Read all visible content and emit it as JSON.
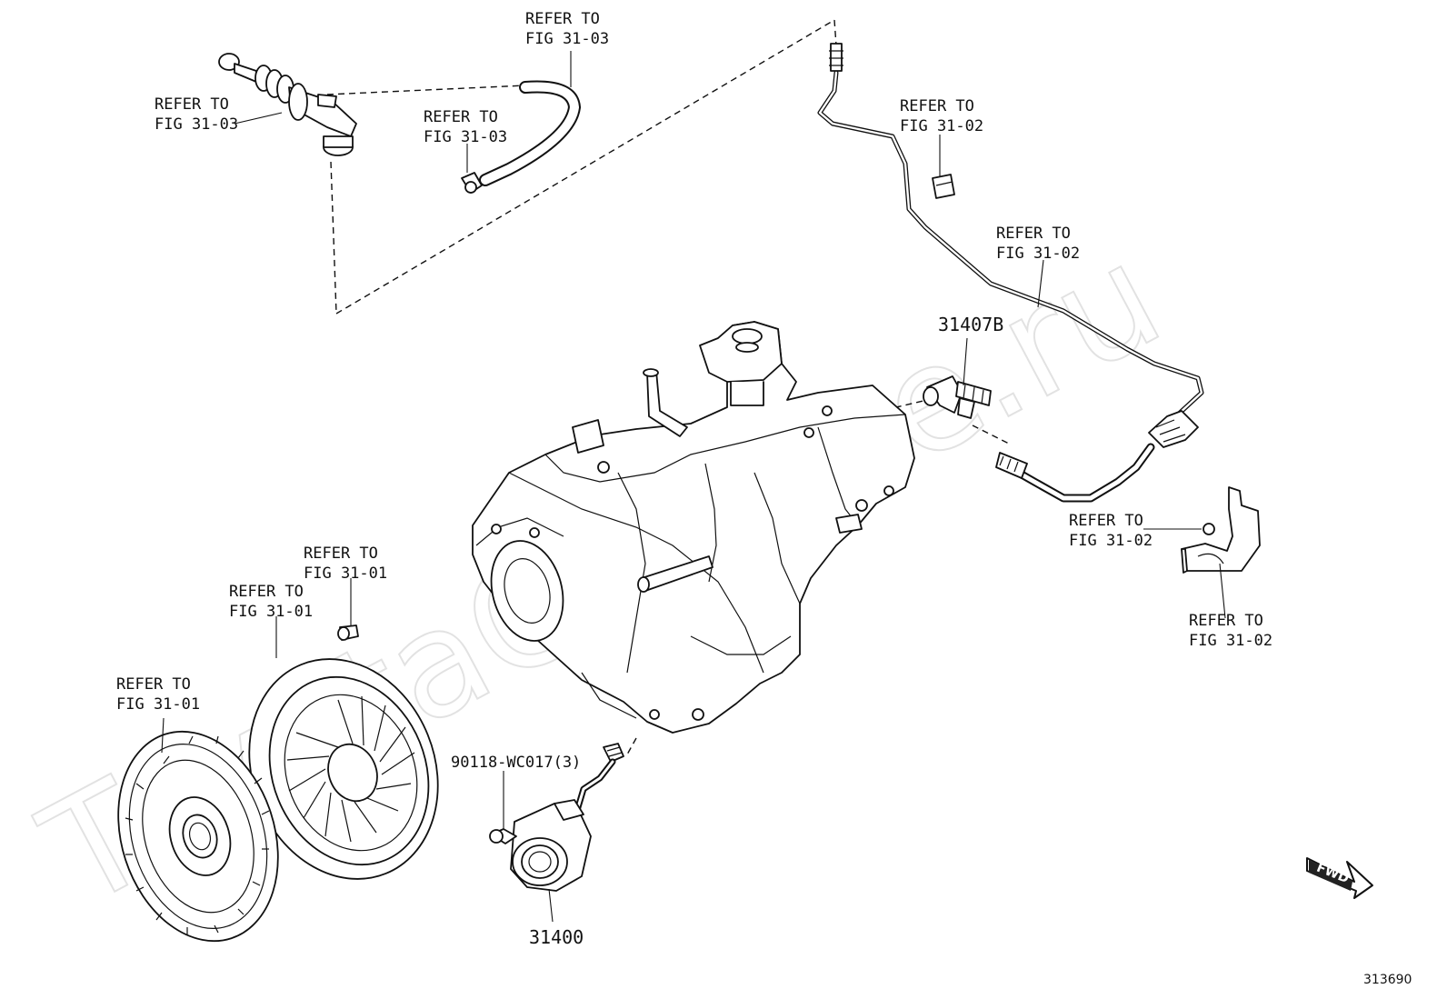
{
  "watermark": "ToyotaGAMine.ru",
  "diagram_code": "313690",
  "fwd_label": "FWD",
  "refer_labels": [
    {
      "line1": "REFER TO",
      "line2": "FIG 31-03"
    },
    {
      "line1": "REFER TO",
      "line2": "FIG 31-03"
    },
    {
      "line1": "REFER TO",
      "line2": "FIG 31-03"
    },
    {
      "line1": "REFER TO",
      "line2": "FIG 31-02"
    },
    {
      "line1": "REFER TO",
      "line2": "FIG 31-02"
    },
    {
      "line1": "REFER TO",
      "line2": "FIG 31-02"
    },
    {
      "line1": "REFER TO",
      "line2": "FIG 31-02"
    },
    {
      "line1": "REFER TO",
      "line2": "FIG 31-01"
    },
    {
      "line1": "REFER TO",
      "line2": "FIG 31-01"
    },
    {
      "line1": "REFER TO",
      "line2": "FIG 31-01"
    }
  ],
  "part_numbers": {
    "tube_bracket": "31407B",
    "release_cylinder": "31400",
    "bolt": "90118-WC017(3)"
  }
}
